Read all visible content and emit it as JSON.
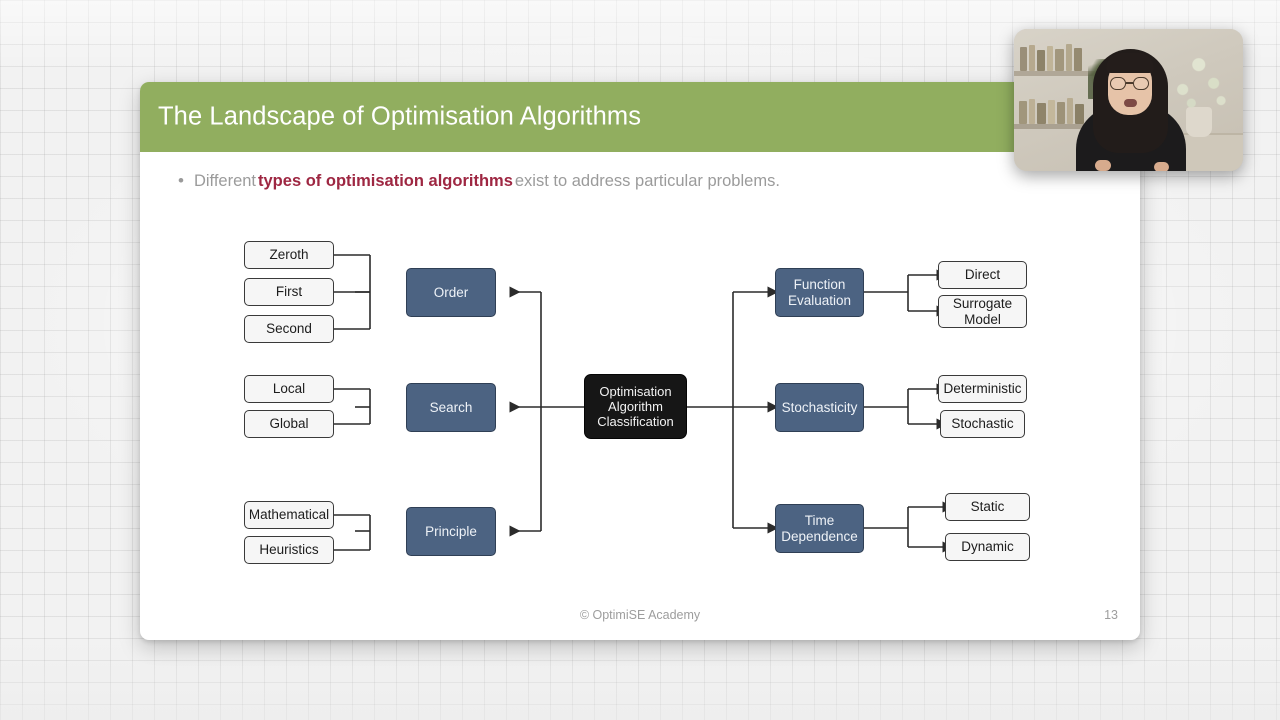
{
  "slide": {
    "title": "The Landscape of Optimisation Algorithms",
    "bullet": {
      "before": "Different",
      "highlight": "types of optimisation algorithms",
      "after": "exist to address particular problems."
    },
    "footer": {
      "copyright": "© OptimiSE Academy",
      "page_number": "13"
    },
    "colors": {
      "header_green": "#91ae5f",
      "highlight_maroon": "#9e2742",
      "category_blue": "#4c6382",
      "root_black": "#161616",
      "leaf_grey": "#f6f6f6"
    }
  },
  "diagram": {
    "root": "Optimisation\nAlgorithm\nClassification",
    "root_lines": [
      "Optimisation",
      "Algorithm",
      "Classification"
    ],
    "left_branches": [
      {
        "category": "Order",
        "leaves": [
          "Zeroth",
          "First",
          "Second"
        ]
      },
      {
        "category": "Search",
        "leaves": [
          "Local",
          "Global"
        ]
      },
      {
        "category": "Principle",
        "leaves": [
          "Mathematical",
          "Heuristics"
        ]
      }
    ],
    "right_branches": [
      {
        "category": "Function Evaluation",
        "category_lines": [
          "Function",
          "Evaluation"
        ],
        "leaves": [
          "Direct",
          "Surrogate Model"
        ],
        "leaf_lines": [
          [
            "Direct"
          ],
          [
            "Surrogate",
            "Model"
          ]
        ]
      },
      {
        "category": "Stochasticity",
        "category_lines": [
          "Stochasticity"
        ],
        "leaves": [
          "Deterministic",
          "Stochastic"
        ],
        "leaf_lines": [
          [
            "Deterministic"
          ],
          [
            "Stochastic"
          ]
        ]
      },
      {
        "category": "Time Dependence",
        "category_lines": [
          "Time",
          "Dependence"
        ],
        "leaves": [
          "Static",
          "Dynamic"
        ],
        "leaf_lines": [
          [
            "Static"
          ],
          [
            "Dynamic"
          ]
        ]
      }
    ]
  },
  "webcam": {
    "label": "presenter-video-overlay"
  }
}
